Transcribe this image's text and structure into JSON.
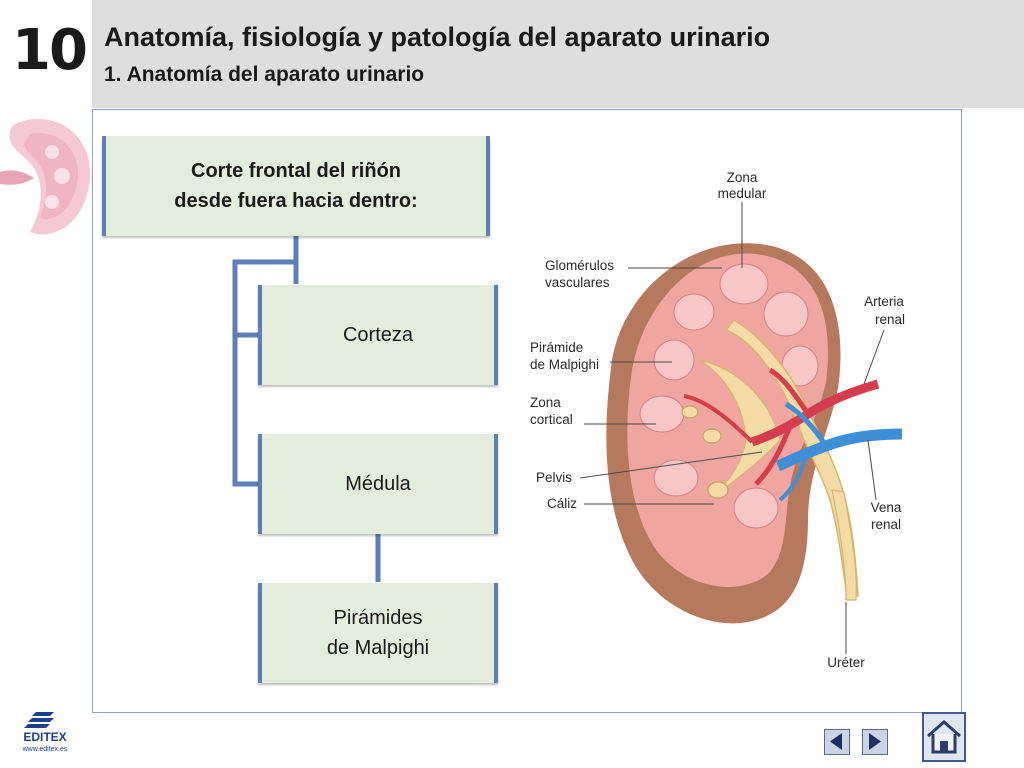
{
  "header": {
    "chapter_number": "10",
    "title": "Anatomía, fisiología y patología del aparato urinario",
    "subtitle": "1. Anatomía del aparato urinario"
  },
  "diagram": {
    "main_box": {
      "line1": "Corte frontal del riñón",
      "line2": "desde fuera hacia dentro:"
    },
    "items": [
      {
        "lines": [
          "Corteza"
        ]
      },
      {
        "lines": [
          "Médula"
        ]
      },
      {
        "lines": [
          "Pirámides",
          "de Malpighi"
        ]
      }
    ]
  },
  "kidney_labels": {
    "zona_medular": [
      "Zona",
      "medular"
    ],
    "glomerulos": [
      "Glomérulos",
      "vasculares"
    ],
    "piramide": [
      "Pirámide",
      "de Malpighi"
    ],
    "zona_cortical": [
      "Zona",
      "cortical"
    ],
    "pelvis": [
      "Pelvis"
    ],
    "caliz": [
      "Cáliz"
    ],
    "arteria": [
      "Arteria",
      "renal"
    ],
    "vena": [
      "Vena",
      "renal"
    ],
    "ureter": [
      "Uréter"
    ]
  },
  "footer": {
    "logo_text": "EDITEX",
    "logo_url": "www.editex.es"
  },
  "icons": {
    "prev": "prev-arrow-icon",
    "next": "next-arrow-icon",
    "home": "home-icon"
  },
  "colors": {
    "accent_blue": "#5b7fb8",
    "box_fill": "#e4eddb",
    "header_band": "#dedede",
    "brand_blue": "#1e3f8a"
  }
}
